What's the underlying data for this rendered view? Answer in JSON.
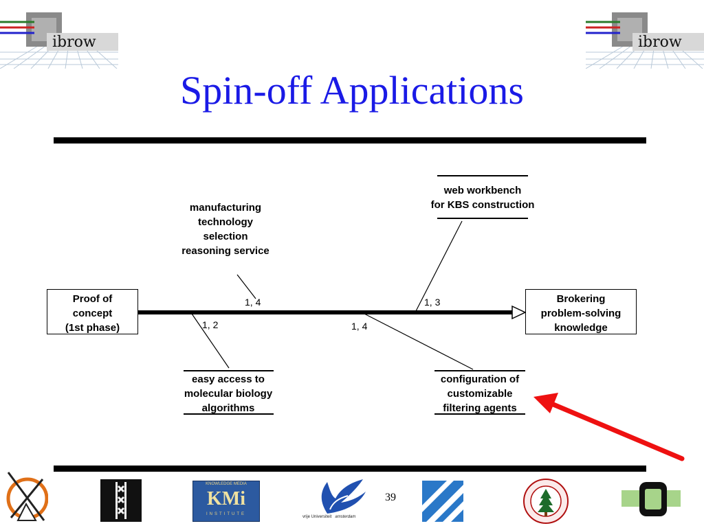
{
  "slide": {
    "title": "Spin-off Applications",
    "page_number": "39"
  },
  "header_logos": {
    "left_text": "ibrow",
    "right_text": "ibrow"
  },
  "diagram": {
    "start_node": [
      "Proof of",
      "concept",
      "(1st phase)"
    ],
    "end_node": [
      "Brokering",
      "problem-solving",
      "knowledge"
    ],
    "branches": {
      "top_left": {
        "lines": [
          "manufacturing",
          "technology",
          "selection",
          "reasoning service"
        ],
        "edge_label": "1, 4"
      },
      "top_right": {
        "lines": [
          "web workbench",
          "for KBS construction"
        ],
        "edge_label": "1, 3"
      },
      "bottom_left": {
        "lines": [
          "easy access to",
          "molecular biology",
          "algorithms"
        ],
        "edge_label": "1, 2"
      },
      "bottom_right": {
        "lines": [
          "configuration of",
          "customizable",
          "filtering agents"
        ],
        "edge_label": "1, 4"
      }
    },
    "highlight_arrow_color": "#ee1111"
  },
  "footer_logos": {
    "kmi_top": "KNOWLEDGE MEDIA",
    "kmi_main": "KMi",
    "kmi_bottom": "INSTITUTE",
    "vu_text_a": "vrije Universiteit",
    "vu_text_b": "amsterdam"
  },
  "colors": {
    "title": "#1a1ae6",
    "rule": "#000000",
    "arrow": "#ee1111"
  }
}
